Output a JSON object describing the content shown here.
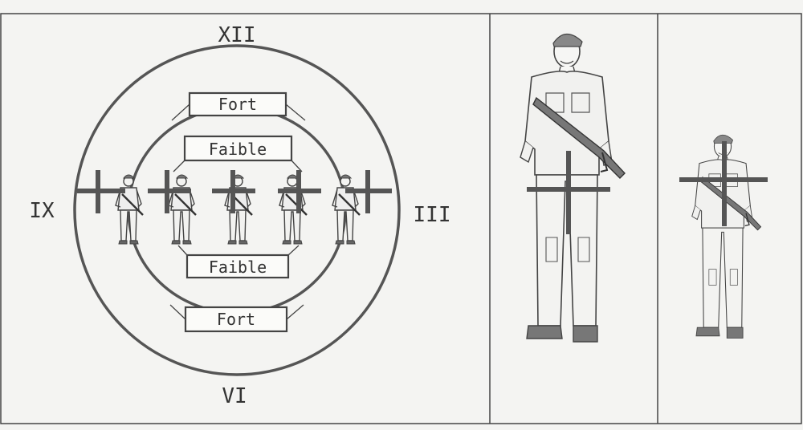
{
  "clock": {
    "top": "XII",
    "left": "IX",
    "right": "III",
    "bottom": "VI"
  },
  "zones": {
    "upper_outer": "Fort",
    "upper_inner": "Faible",
    "lower_inner": "Faible",
    "lower_outer": "Fort"
  },
  "colors": {
    "ink": "#444444",
    "crosshair": "#555555",
    "background": "#f4f4f2",
    "label_fill": "#fbfbf9"
  },
  "icons": [
    "crosshair-icon",
    "soldier-figure-icon",
    "armed-man-figure-icon"
  ]
}
